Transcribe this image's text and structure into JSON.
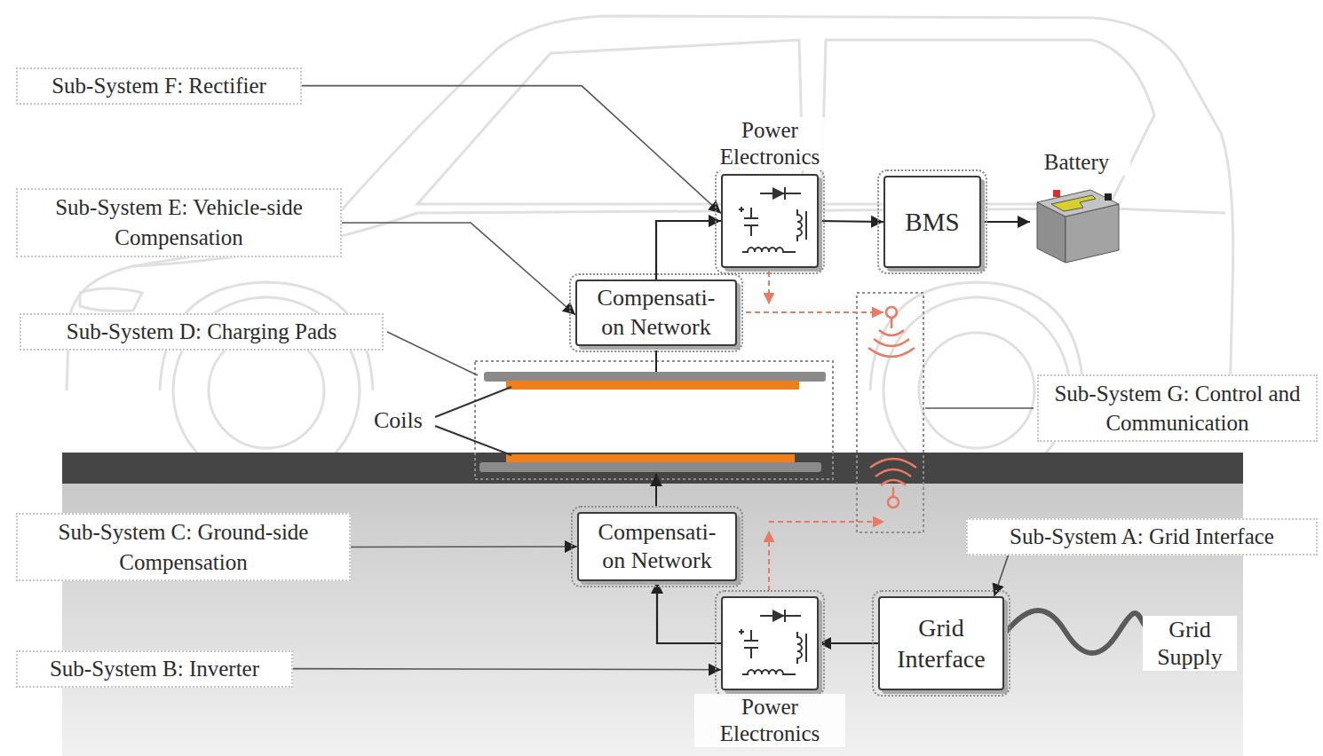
{
  "diagram": {
    "nodes": [
      {
        "text": [
          "Sub-System F: Rectifier"
        ]
      },
      {
        "text": [
          "Sub-System E: Vehicle-side Compensation"
        ]
      },
      {
        "text": [
          "Sub-System D: Charging Pads"
        ]
      },
      {
        "text": [
          "Power Electronics"
        ]
      },
      {
        "text": [
          "BMS"
        ]
      },
      {
        "text": [
          "Battery"
        ]
      },
      {
        "text": [
          "Compensati- on Network"
        ]
      },
      {
        "text": [
          "Sub-System G: Control and Communication"
        ]
      },
      {
        "text": [
          "Sub-System C: Ground-side Compensation"
        ]
      },
      {
        "text": [
          "Compensati- on Network"
        ]
      },
      {
        "text": [
          "Sub-System A: Grid Interface"
        ]
      },
      {
        "text": [
          "Sub-System B: Inverter"
        ]
      },
      {
        "text": [
          "Grid Interface"
        ]
      },
      {
        "text": [
          "Power Electronics"
        ]
      }
    ],
    "edges": [
      {
        "from": 0,
        "to": 3,
        "arrow": "to"
      },
      {
        "from": 1,
        "to": 6,
        "arrow": "to"
      },
      {
        "from": 6,
        "to": 3,
        "arrow": "to"
      },
      {
        "from": 3,
        "to": 4,
        "arrow": "to"
      },
      {
        "from": 4,
        "to": 5,
        "arrow": "to"
      },
      {
        "from": 8,
        "to": 9,
        "arrow": "to"
      },
      {
        "from": 13,
        "to": 9,
        "arrow": "to"
      },
      {
        "from": 12,
        "to": 13,
        "arrow": "to"
      },
      {
        "from": 10,
        "to": 12,
        "arrow": "to"
      },
      {
        "from": 11,
        "to": 13,
        "arrow": "to"
      }
    ],
    "labels": [
      "Coils",
      "Grid Supply"
    ]
  }
}
